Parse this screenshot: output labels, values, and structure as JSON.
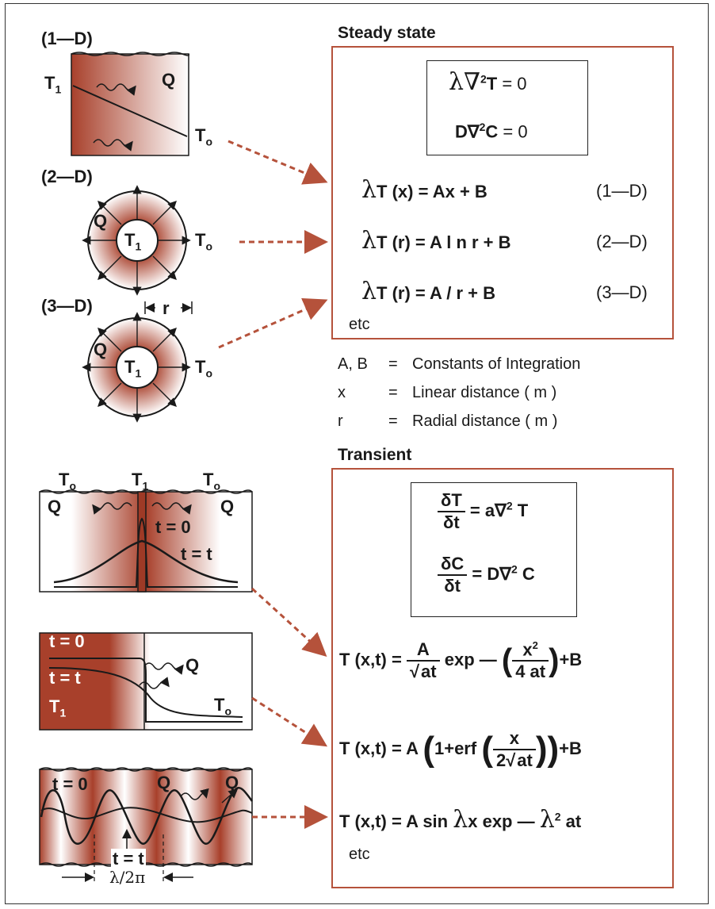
{
  "colors": {
    "accent": "#b5523b",
    "dark_red": "#9e3a26",
    "frame": "#333333"
  },
  "steady": {
    "heading": "Steady state",
    "label_1d": "(1—D)",
    "label_2d": "(2—D)",
    "label_3d": "(3—D)",
    "t1": "T",
    "t1_sub": "1",
    "to": "T",
    "to_sub": "o",
    "q": "Q",
    "r_label": "r",
    "laplace_t": {
      "lhs_lambda": "λ∇",
      "sup": "2",
      "var": "T",
      "rhs": " = 0"
    },
    "laplace_c": {
      "lhs": "D∇",
      "sup": "2",
      "var": "C",
      "rhs": " = 0"
    },
    "sol_1d": {
      "lambda": "λ",
      "text": "T (x) = Ax  + B",
      "tag": "(1—D)"
    },
    "sol_2d": {
      "lambda": "λ",
      "text": "T (r) = A l n r  + B",
      "tag": "(2—D)"
    },
    "sol_3d": {
      "lambda": "λ",
      "text": "T (r) = A / r  + B",
      "tag": "(3—D)"
    },
    "etc": "etc",
    "definitions": [
      {
        "sym": "A, B",
        "eq": "=",
        "desc": "Constants of Integration"
      },
      {
        "sym": "x",
        "eq": "=",
        "desc": "Linear distance ( m )"
      },
      {
        "sym": "r",
        "eq": "=",
        "desc": "Radial distance ( m )"
      }
    ]
  },
  "transient": {
    "heading": "Transient",
    "t0_label": "t = 0",
    "tt_label": "t = t",
    "lambda_period": "λ/2π",
    "diffusion_t": {
      "num": "δT",
      "den": "δt",
      "rhs": "= a∇",
      "sup": "2",
      "var": " T"
    },
    "diffusion_c": {
      "num": "δC",
      "den": "δt",
      "rhs": "= D∇",
      "sup": "2",
      "var": " C"
    },
    "sol_pulse": {
      "lhs": "T (x,t) = ",
      "num": "A",
      "den": "at",
      "mid": " exp — ",
      "inner_num": "x",
      "inner_sup": "2",
      "inner_den": "4 at",
      "tail": "+B"
    },
    "sol_step": {
      "lhs": "T (x,t) = A ",
      "one_erf": "1+erf ",
      "num": "x",
      "den_pre": "2",
      "den": "at",
      "tail": "+B"
    },
    "sol_periodic": {
      "lhs": "T (x,t) = A sin ",
      "lambda": "λ",
      "mid": "x exp — ",
      "lambda2": "λ",
      "sup": "2",
      "tail": " at"
    },
    "etc": "etc"
  }
}
